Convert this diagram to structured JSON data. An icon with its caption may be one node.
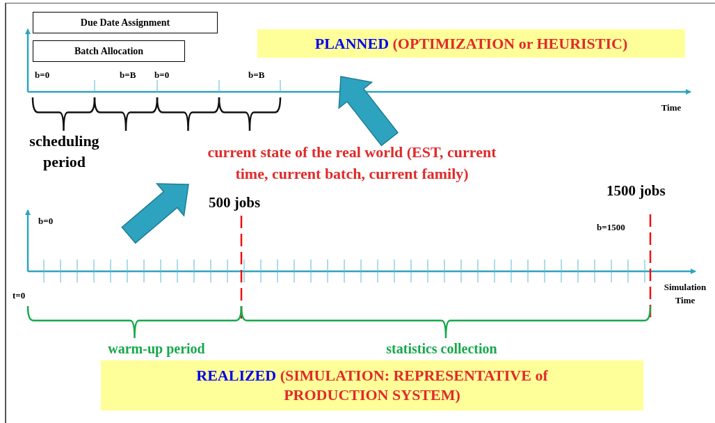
{
  "diagram": {
    "nodes": [
      {
        "text": [
          "Due Date Assignment"
        ]
      },
      {
        "text": [
          "Batch Allocation"
        ]
      },
      {
        "text": [
          "PLANNED",
          "(OPTIMIZATION or HEURISTIC)"
        ]
      },
      {
        "text": [
          "current state of the real world (EST, current time, current batch, current family)"
        ]
      },
      {
        "text": [
          "REALIZED",
          "(SIMULATION: REPRESENTATIVE of PRODUCTION SYSTEM)"
        ]
      }
    ],
    "edges": [
      {
        "from": null,
        "to": 3,
        "arrow": "to",
        "style": "thick"
      },
      {
        "from": 3,
        "to": null,
        "arrow": "to",
        "style": "thick"
      }
    ],
    "labels": [
      "b=0",
      "b=B",
      "b=0",
      "b=B",
      "Time",
      "scheduling period",
      "500 jobs",
      "1500 jobs",
      "b=0",
      "b=1500",
      "t=0",
      "Simulation Time",
      "warm-up period",
      "statistics collection"
    ]
  }
}
